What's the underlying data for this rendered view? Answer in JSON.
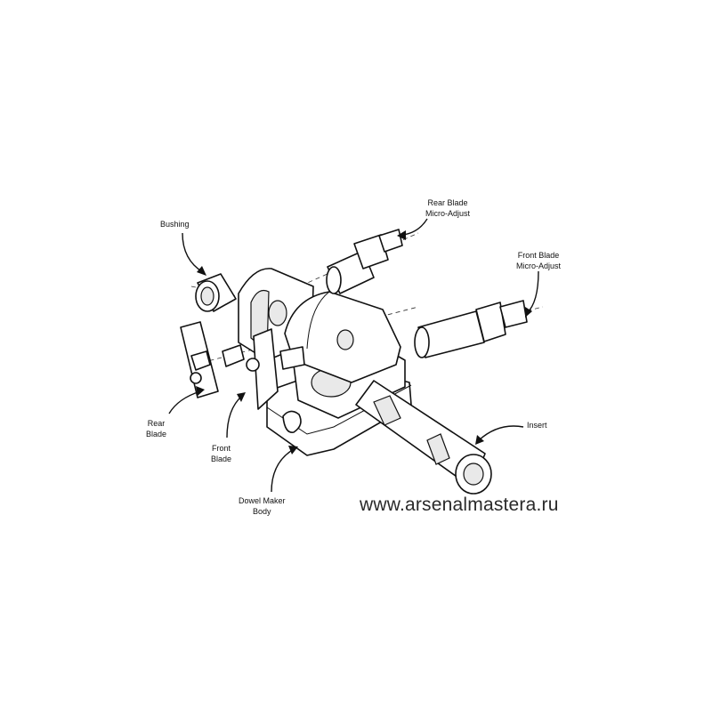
{
  "labels": {
    "bushing": [
      "Bushing"
    ],
    "rear_blade_micro_adjust": [
      "Rear Blade",
      "Micro-Adjust"
    ],
    "front_blade_micro_adjust": [
      "Front Blade",
      "Micro-Adjust"
    ],
    "rear_blade": [
      "Rear",
      "Blade"
    ],
    "front_blade": [
      "Front",
      "Blade"
    ],
    "dowel_maker_body": [
      "Dowel Maker",
      "Body"
    ],
    "insert": [
      "Insert"
    ]
  },
  "watermark": "www.arsenalmastera.ru"
}
